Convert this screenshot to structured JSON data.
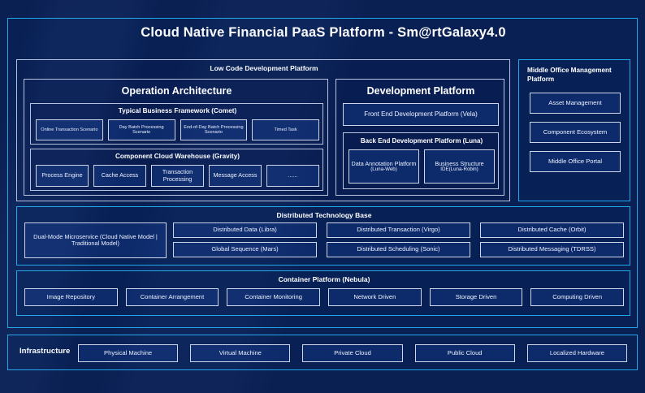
{
  "title": "Cloud Native Financial PaaS Platform - Sm@rtGalaxy4.0",
  "low_code": {
    "title": "Low Code Development Platform",
    "operation_architecture": {
      "title": "Operation Architecture",
      "typical_business_framework": {
        "title": "Typical Business Framework (Comet)",
        "items": [
          "Online Transaction Scenario",
          "Day Batch Processing Scenario",
          "End-of-Day Batch Processing Scenario",
          "Timed Task"
        ]
      },
      "component_cloud_warehouse": {
        "title": "Component Cloud Warehouse (Gravity)",
        "items": [
          "Process Engine",
          "Cache Access",
          "Transaction Processing",
          "Message Access",
          "......"
        ]
      }
    },
    "development_platform": {
      "title": "Development Platform",
      "front_end": "Front End Development Platform (Vela)",
      "back_end": {
        "title": "Back End Development Platform (Luna)",
        "items": [
          {
            "main": "Data Annotation Platform",
            "sub": "(Luna-Web)"
          },
          {
            "main": "Business Structure",
            "sub": "IDE(Luna-Robin)"
          }
        ]
      }
    }
  },
  "middle_office": {
    "title": "Middle Office Management Platform",
    "items": [
      "Asset Management",
      "Component Ecosystem",
      "Middle Office Portal"
    ]
  },
  "distributed_technology_base": {
    "title": "Distributed Technology Base",
    "highlight": "Dual-Mode Microservice (Cloud Native Model | Traditional Model)",
    "columns": [
      [
        "Distributed Data (Libra)",
        "Global Sequence (Mars)"
      ],
      [
        "Distributed Transaction (Virgo)",
        "Distributed Scheduling (Sonic)"
      ],
      [
        "Distributed Cache (Orbit)",
        "Distributed Messaging (TDRSS)"
      ]
    ]
  },
  "container_platform": {
    "title": "Container Platform (Nebula)",
    "items": [
      "Image Repository",
      "Container Arrangement",
      "Container Monitoring",
      "Network Driven",
      "Storage Driven",
      "Computing Driven"
    ]
  },
  "infrastructure": {
    "label": "Infrastructure",
    "items": [
      "Physical Machine",
      "Virtual Machine",
      "Private Cloud",
      "Public Cloud",
      "Localized Hardware"
    ]
  },
  "colors": {
    "background": "#0a1f52",
    "accent_cyan": "#22a7e8",
    "node_fill": "#0d2a6b",
    "node_border": "#cfd7e8",
    "text": "#ffffff"
  }
}
